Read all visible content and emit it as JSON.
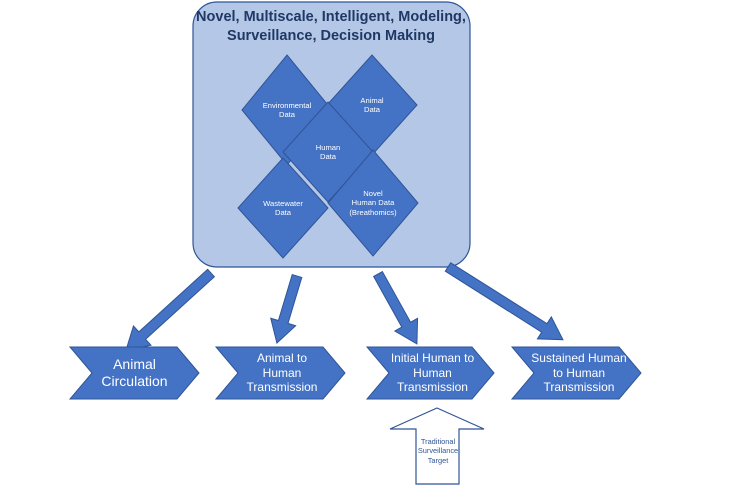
{
  "panel": {
    "title": "Novel, Multiscale, Intelligent, Modeling,\nSurveillance, Decision Making",
    "fill": "#b4c7e7",
    "stroke": "#2f5597"
  },
  "data_sources": [
    {
      "id": "environmental",
      "label": "Environmental\nData"
    },
    {
      "id": "animal",
      "label": "Animal\nData"
    },
    {
      "id": "human",
      "label": "Human\nData"
    },
    {
      "id": "wastewater",
      "label": "Wastewater\nData"
    },
    {
      "id": "novel-human",
      "label": "Novel\nHuman Data\n(Breathomics)"
    }
  ],
  "stages": [
    {
      "id": "animal-circulation",
      "label": "Animal\nCirculation"
    },
    {
      "id": "animal-to-human",
      "label": "Animal to\nHuman\nTransmission"
    },
    {
      "id": "initial-human",
      "label": "Initial Human to\nHuman\nTransmission"
    },
    {
      "id": "sustained-human",
      "label": "Sustained Human\nto Human\nTransmission"
    }
  ],
  "traditional_target": {
    "label": "Traditional\nSurveillance\nTarget"
  },
  "colors": {
    "shape": "#4472c4",
    "outline": "#2f5597",
    "text_on_shape": "#ffffff",
    "target_text": "#2f5597"
  }
}
